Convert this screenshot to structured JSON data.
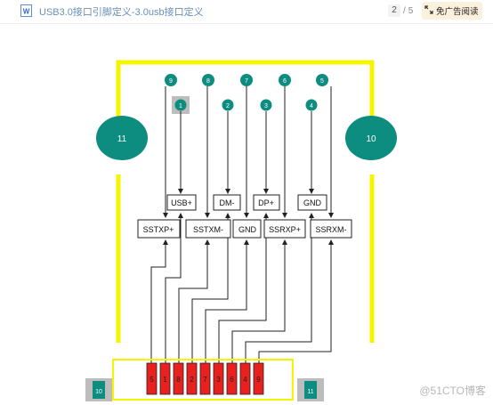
{
  "header": {
    "doc_title": "USB3.0接口引脚定义-3.0usb接口定义",
    "page_current": "2",
    "page_separator": "/",
    "page_total": "5",
    "ad_free_label": "免广告阅读"
  },
  "diagram": {
    "top_circles": [
      "9",
      "8",
      "7",
      "6",
      "5"
    ],
    "inner_markers": [
      "1",
      "2",
      "3",
      "4"
    ],
    "shell_left": "11",
    "shell_right": "10",
    "labels_upper": [
      "USB+",
      "DM-",
      "DP+",
      "GND"
    ],
    "labels_lower": [
      "SSTXP+",
      "SSTXM-",
      "GND",
      "SSRXP+",
      "SSRXM-"
    ],
    "pins": [
      "5",
      "1",
      "8",
      "2",
      "7",
      "3",
      "6",
      "4",
      "9"
    ],
    "bottom_left_tab": "10",
    "bottom_right_tab": "11"
  },
  "colors": {
    "accent_teal": "#0d8c80",
    "shell_yellow": "#f5f500",
    "pin_red": "#e8201e",
    "title_link": "#6b8fb6"
  },
  "watermark": "@51CTO博客"
}
